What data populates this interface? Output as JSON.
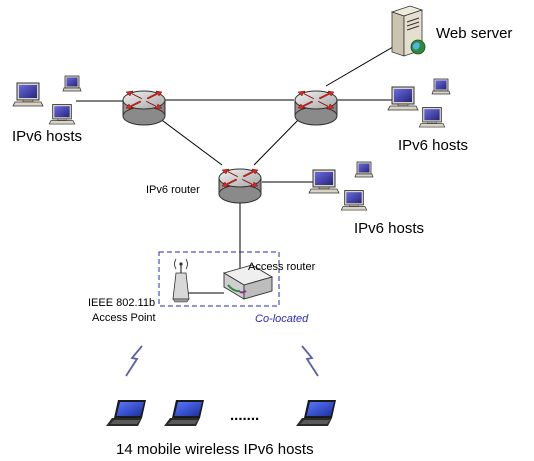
{
  "labels": {
    "web_server": "Web server",
    "hosts_left": "IPv6 hosts",
    "hosts_right_top": "IPv6 hosts",
    "hosts_right_mid": "IPv6 hosts",
    "ipv6_router": "IPv6 router",
    "access_router": "Access router",
    "access_point_line1": "IEEE 802.11b",
    "access_point_line2": "Access Point",
    "colocated": "Co-located",
    "dots": ".......",
    "mobile_hosts": "14 mobile wireless IPv6 hosts"
  },
  "colors": {
    "router_body": "#b8b8b8",
    "router_arrows": "#e0241c",
    "screen": "#3c3ca8",
    "laptop_screen": "#2f49c4",
    "dashed_box": "#2a2ab8",
    "lightning": "#5c5fa8",
    "server_body": "#d9d4c4",
    "globe": "#2d8a3a"
  },
  "icons": [
    "router-icon",
    "server-icon",
    "desktop-computer-icon",
    "laptop-icon",
    "access-point-icon",
    "wireless-signal-icon"
  ]
}
